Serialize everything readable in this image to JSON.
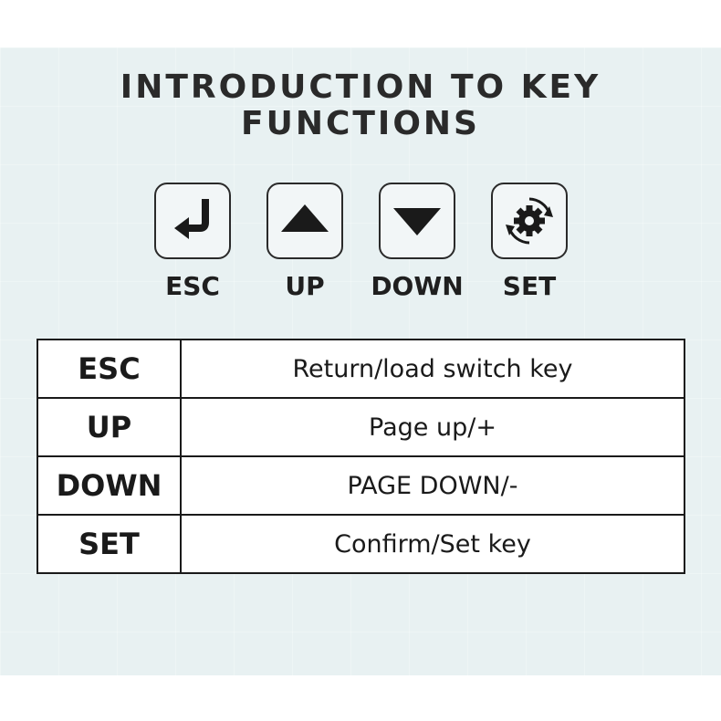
{
  "title": {
    "line1": "INTRODUCTION TO KEY",
    "line2": "FUNCTIONS"
  },
  "keys": [
    {
      "label": "ESC",
      "icon": "enter-return-icon"
    },
    {
      "label": "UP",
      "icon": "triangle-up-icon"
    },
    {
      "label": "DOWN",
      "icon": "triangle-down-icon"
    },
    {
      "label": "SET",
      "icon": "gear-cycle-icon"
    }
  ],
  "table": {
    "rows": [
      {
        "key": "ESC",
        "function": "Return/load switch key"
      },
      {
        "key": "UP",
        "function": "Page up/+"
      },
      {
        "key": "DOWN",
        "function": "PAGE DOWN/-"
      },
      {
        "key": "SET",
        "function": "Confirm/Set key"
      }
    ]
  },
  "colors": {
    "panel_background": "#e8f1f2",
    "text": "#1a1a1a",
    "page_background": "#ffffff"
  }
}
